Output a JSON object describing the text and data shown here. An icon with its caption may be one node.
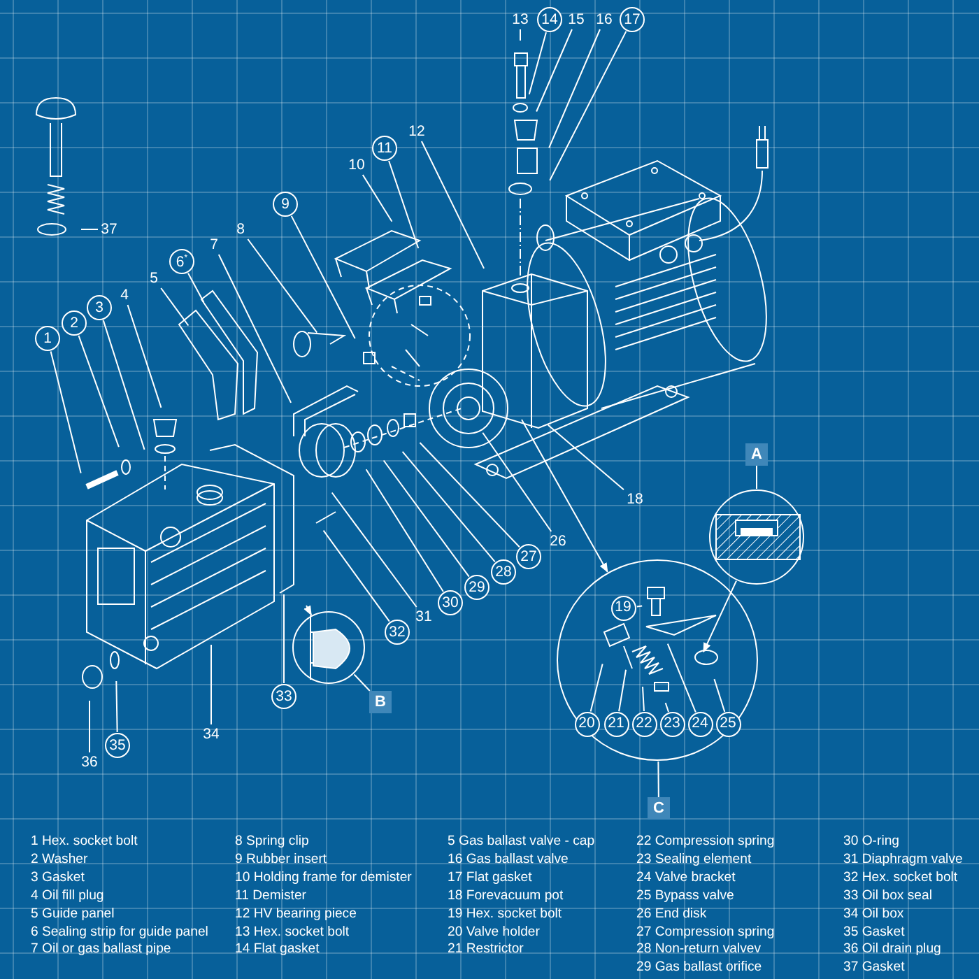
{
  "diagram": {
    "nodes": [
      {
        "text": [
          "13"
        ]
      },
      {
        "text": [
          "14"
        ]
      },
      {
        "text": [
          "15"
        ]
      },
      {
        "text": [
          "16"
        ]
      },
      {
        "text": [
          "17"
        ]
      },
      {
        "text": [
          "12"
        ]
      },
      {
        "text": [
          "11"
        ]
      },
      {
        "text": [
          "10"
        ]
      },
      {
        "text": [
          "9"
        ]
      },
      {
        "text": [
          "8"
        ]
      },
      {
        "text": [
          "7"
        ]
      },
      {
        "text": [
          "6$^{*}$"
        ]
      },
      {
        "text": [
          "5"
        ]
      },
      {
        "text": [
          "4"
        ]
      },
      {
        "text": [
          "3"
        ]
      },
      {
        "text": [
          "2"
        ]
      },
      {
        "text": [
          "1"
        ]
      },
      {
        "text": [
          "37"
        ]
      },
      {
        "text": [
          "A"
        ]
      },
      {
        "text": [],
        "shape": "circle"
      },
      {
        "text": [
          "18"
        ]
      },
      {
        "text": [
          "26"
        ]
      },
      {
        "text": [
          "27"
        ]
      },
      {
        "text": [
          "28"
        ]
      },
      {
        "text": [
          "29"
        ]
      },
      {
        "text": [
          "30"
        ]
      },
      {
        "text": [
          "31"
        ]
      },
      {
        "text": [
          "32"
        ]
      },
      {
        "text": [
          "33"
        ]
      },
      {
        "text": [],
        "shape": "circle"
      },
      {
        "text": [
          "B"
        ]
      },
      {
        "text": [
          "34"
        ]
      },
      {
        "text": [
          "35"
        ]
      },
      {
        "text": [
          "36"
        ]
      },
      {
        "text": [],
        "shape": "circle"
      },
      {
        "text": [
          "19"
        ],
        "in": 34
      },
      {
        "text": [
          "20"
        ],
        "in": 34
      },
      {
        "text": [
          "21"
        ],
        "in": 34
      },
      {
        "text": [
          "22"
        ],
        "in": 34
      },
      {
        "text": [
          "23"
        ],
        "in": 34
      },
      {
        "text": [
          "24"
        ],
        "in": 34
      },
      {
        "text": [
          "25"
        ],
        "in": 34
      },
      {
        "text": [
          "C"
        ]
      }
    ],
    "edges": [
      {
        "from": 0,
        "to": null,
        "arrow": "none"
      },
      {
        "from": 1,
        "to": null,
        "arrow": "none"
      },
      {
        "from": 2,
        "to": null,
        "arrow": "none"
      },
      {
        "from": 3,
        "to": null,
        "arrow": "none"
      },
      {
        "from": 4,
        "to": null,
        "arrow": "none"
      },
      {
        "from": 5,
        "to": null,
        "arrow": "none"
      },
      {
        "from": 6,
        "to": null,
        "arrow": "none"
      },
      {
        "from": 7,
        "to": null,
        "arrow": "none"
      },
      {
        "from": 8,
        "to": null,
        "arrow": "none"
      },
      {
        "from": 9,
        "to": null,
        "arrow": "none"
      },
      {
        "from": 10,
        "to": null,
        "arrow": "none"
      },
      {
        "from": 11,
        "to": null,
        "arrow": "none"
      },
      {
        "from": 12,
        "to": null,
        "arrow": "none"
      },
      {
        "from": 13,
        "to": null,
        "arrow": "none"
      },
      {
        "from": 14,
        "to": null,
        "arrow": "none"
      },
      {
        "from": 15,
        "to": null,
        "arrow": "none"
      },
      {
        "from": 16,
        "to": null,
        "arrow": "none"
      },
      {
        "from": 17,
        "to": null,
        "arrow": "none"
      },
      {
        "from": 18,
        "to": 19,
        "arrow": "none"
      },
      {
        "from": 19,
        "to": null,
        "arrow": "to"
      },
      {
        "from": 20,
        "to": null,
        "arrow": "none"
      },
      {
        "from": 21,
        "to": null,
        "arrow": "none"
      },
      {
        "from": 22,
        "to": null,
        "arrow": "none"
      },
      {
        "from": 23,
        "to": null,
        "arrow": "none"
      },
      {
        "from": 24,
        "to": null,
        "arrow": "none"
      },
      {
        "from": 25,
        "to": null,
        "arrow": "none"
      },
      {
        "from": 26,
        "to": null,
        "arrow": "none"
      },
      {
        "from": 27,
        "to": null,
        "arrow": "none"
      },
      {
        "from": 28,
        "to": null,
        "arrow": "none"
      },
      {
        "from": null,
        "to": 29,
        "arrow": "to"
      },
      {
        "from": 30,
        "to": 29,
        "arrow": "none"
      },
      {
        "from": 31,
        "to": null,
        "arrow": "none"
      },
      {
        "from": 32,
        "to": null,
        "arrow": "none"
      },
      {
        "from": 33,
        "to": null,
        "arrow": "none"
      },
      {
        "from": null,
        "to": 34,
        "arrow": "to"
      },
      {
        "from": 35,
        "to": null,
        "arrow": "none"
      },
      {
        "from": 36,
        "to": null,
        "arrow": "none"
      },
      {
        "from": 37,
        "to": null,
        "arrow": "none"
      },
      {
        "from": 38,
        "to": null,
        "arrow": "none"
      },
      {
        "from": 39,
        "to": null,
        "arrow": "none"
      },
      {
        "from": 40,
        "to": null,
        "arrow": "none"
      },
      {
        "from": 41,
        "to": null,
        "arrow": "none"
      },
      {
        "from": 42,
        "to": 34,
        "arrow": "none"
      }
    ],
    "labels": [
      "1 Hex. socket bolt",
      "2 Washer",
      "3 Gasket",
      "4 Oil fill plug",
      "5 Guide panel",
      "6 Sealing strip for guide panel",
      "7 Oil or gas ballast pipe",
      "8 Spring clip",
      "9 Rubber insert",
      "10 Holding frame for demister",
      "11 Demister",
      "12 HV bearing piece",
      "13 Hex. socket bolt",
      "14 Flat gasket",
      "5 Gas ballast valve - cap",
      "16 Gas ballast valve",
      "17 Flat gasket",
      "18 Forevacuum pot",
      "19 Hex. socket bolt",
      "20 Valve holder",
      "21 Restrictor",
      "22 Compression spring",
      "23 Sealing element",
      "24 Valve bracket",
      "25 Bypass valve",
      "26 End disk",
      "27 Compression spring",
      "28 Non-return valvev",
      "29 Gas ballast orifice",
      "30 O-ring",
      "31 Diaphragm valve",
      "32 Hex. socket bolt",
      "33 Oil box seal",
      "34 Oil box",
      "35 Gasket",
      "36 Oil drain plug",
      "37 Gasket"
    ]
  }
}
